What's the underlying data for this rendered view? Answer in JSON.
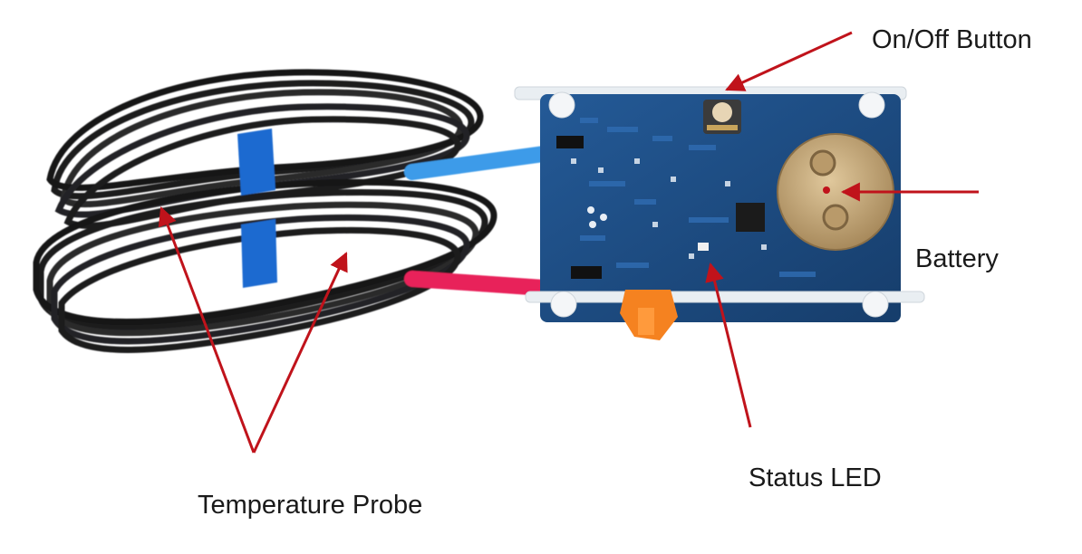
{
  "labels": {
    "on_off_button": "On/Off Button",
    "battery": "Battery",
    "status_led": "Status LED",
    "temperature_probe": "Temperature Probe"
  },
  "colors": {
    "arrow": "#c0131b",
    "pcb": "#1f4f86",
    "cable": "#1c1c1e",
    "probe_blue": "#3d9be9",
    "probe_red": "#e8205a",
    "band_blue": "#1e6bd0",
    "clip_orange": "#f58220",
    "battery": "#c6a97a"
  },
  "icons": {
    "pointer": "arrow-icon",
    "device": "pcb-device-image"
  }
}
